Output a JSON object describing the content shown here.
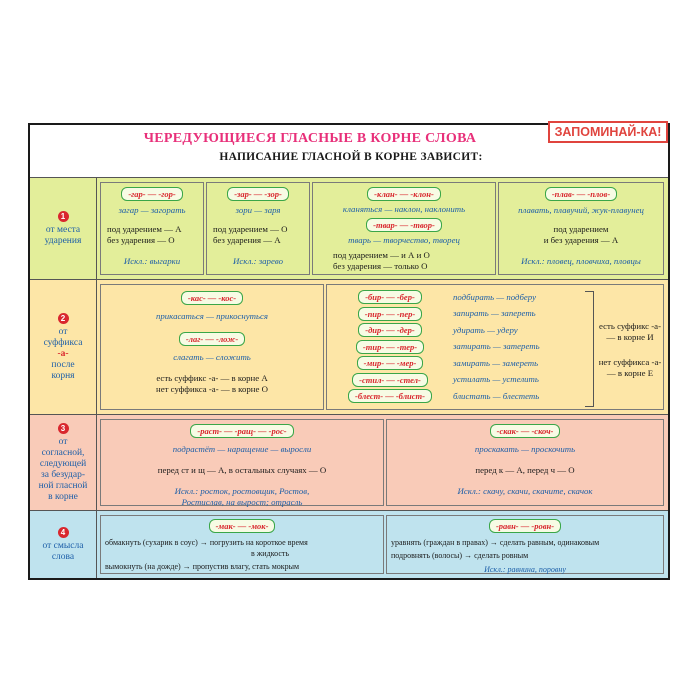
{
  "header": {
    "title": "ЧЕРЕДУЮЩИЕСЯ ГЛАСНЫЕ В КОРНЕ СЛОВА",
    "subtitle": "НАПИСАНИЕ ГЛАСНОЙ В КОРНЕ ЗАВИСИТ:",
    "badge": "ЗАПОМИНАЙ-КА!"
  },
  "rows": {
    "r1": {
      "num": "1",
      "label_lines": [
        "от места",
        "ударения"
      ]
    },
    "r2": {
      "num": "2",
      "label_lines": [
        "от",
        "суффикса",
        "-а-",
        "после",
        "корня"
      ]
    },
    "r3": {
      "num": "3",
      "label_lines": [
        "от",
        "согласной,",
        "следующей",
        "за безудар-",
        "ной гласной",
        "в корне"
      ]
    },
    "r4": {
      "num": "4",
      "label_lines": [
        "от смысла",
        "слова"
      ]
    }
  },
  "gar": {
    "tag": "-гар- — -гор-",
    "example": "загар — загорать",
    "rule1": "под ударением — А",
    "rule2": "без ударения — О",
    "exception": "Искл.: выгарки"
  },
  "zar": {
    "tag": "-зар- — -зор-",
    "example": "зори — заря",
    "rule1": "под ударением — О",
    "rule2": "без ударения — А",
    "exception": "Искл.: зарево"
  },
  "klan": {
    "tag": "-клан- — -клон-",
    "example": "кланяться — наклон, наклонить",
    "tag2": "-твар- — -твор-",
    "example2": "тварь — творчество, творец",
    "rule1": "под ударением — и А и О",
    "rule2": "без ударения — только О"
  },
  "plav": {
    "tag": "-плав- — -плов-",
    "example": "плавать, плавучий, жук-плавунец",
    "rule1": "под ударением",
    "rule2": "и без ударения — А",
    "exception": "Искл.: пловец, пловчиха, пловцы"
  },
  "kas": {
    "tag": "-кас- — -кос-",
    "example": "прикасаться — прикоснуться",
    "tag2": "-лаг- — -лож-",
    "example2": "слагать — сложить",
    "rule1": "есть суффикс -а- — в корне А",
    "rule2": "нет суффикса -а- — в корне О"
  },
  "bir": {
    "tags": [
      "-бир- — -бер-",
      "-пир- — -пер-",
      "-дир- — -дер-",
      "-тир- — -тер-",
      "-мир- — -мер-",
      "-стил- — -стел-",
      "-блест- — -блист-"
    ],
    "examples": [
      "подбирать — подберу",
      "запирать — запереть",
      "удирать — удеру",
      "затирать — затереть",
      "замирать — замереть",
      "устилать — устелить",
      "блистать — блестеть"
    ],
    "rule1": "есть суффикс -а- — в корне И",
    "rule2": "нет суффикса -а- — в корне Е"
  },
  "rast": {
    "tag": "-раст- — -ращ- — -рос-",
    "example": "подрастёт — наращение — выросли",
    "rule": "перед ст и щ — А, в остальных случаях — О",
    "exception_lines": [
      "Искл.: росток, ростовщик, Ростов,",
      "Ростислав, на вырост; отрасль"
    ]
  },
  "skak": {
    "tag": "-скак- — -скоч-",
    "example": "проскакать — проскочить",
    "rule": "перед к — А, перед ч — О",
    "exception": "Искл.: скачу, скачи, скачите, скачок"
  },
  "mak": {
    "tag": "-мак- — -мок-",
    "line1": "обмакнуть (сухарик в соус) → погрузить на короткое время",
    "line1b": "в жидкость",
    "line2": "вымокнуть (на дожде) → пропустив влагу, стать мокрым"
  },
  "ravn": {
    "tag": "-равн- — -ровн-",
    "line1": "уравнять (граждан в правах) → сделать равным, одинаковым",
    "line2": "подровнять (волосы) → сделать ровным",
    "exception": "Искл.: равнина, поровну"
  }
}
